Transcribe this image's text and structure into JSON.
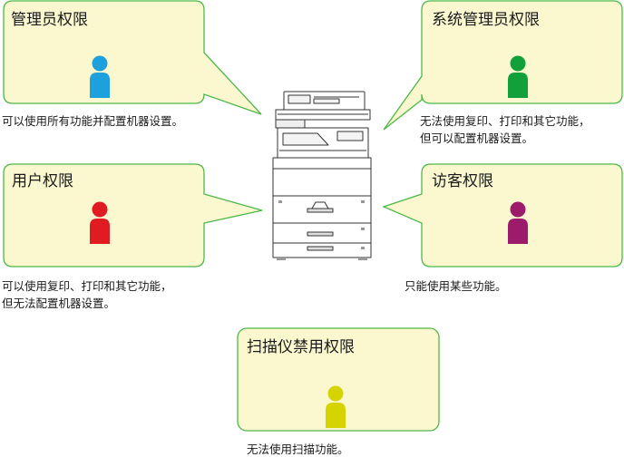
{
  "colors": {
    "bubble_fill": "#fbf8d0",
    "bubble_stroke": "#4db848",
    "administrator": "#1da1dc",
    "system_administrator": "#12a03a",
    "user": "#e11b22",
    "guest": "#9c1c6b",
    "scanner_prohibited": "#d6d400"
  },
  "roles": {
    "administrator": {
      "title": "管理员权限",
      "icon": "person-icon",
      "description": [
        "可以使用所有功能并配置机器设置。"
      ]
    },
    "system_administrator": {
      "title": "系统管理员权限",
      "icon": "person-icon",
      "description": [
        "无法使用复印、打印和其它功能，",
        "但可以配置机器设置。"
      ]
    },
    "user": {
      "title": "用户权限",
      "icon": "person-icon",
      "description": [
        "可以使用复印、打印和其它功能，",
        "但无法配置机器设置。"
      ]
    },
    "guest": {
      "title": "访客权限",
      "icon": "person-icon",
      "description": [
        "只能使用某些功能。"
      ]
    },
    "scanner_prohibited": {
      "title": "扫描仪禁用权限",
      "icon": "person-icon",
      "description": [
        "无法使用扫描功能。"
      ]
    }
  },
  "center_icon": "printer-icon"
}
